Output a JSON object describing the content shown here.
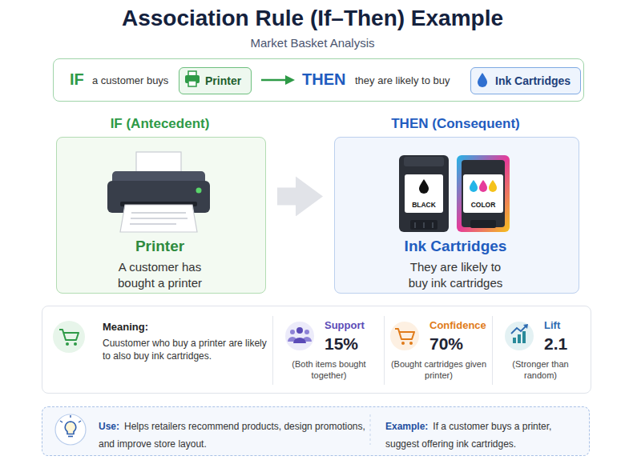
{
  "diagram": {
    "title": "Association Rule (If–Then) Example",
    "nodes": [
      {
        "text": [
          "IF",
          "a customer buys",
          "THEN",
          "they are likely to buy"
        ]
      },
      {
        "text": [
          "Printer"
        ],
        "in": 0
      },
      {
        "text": [
          "Ink Cartridges"
        ],
        "in": 0
      },
      {
        "text": [
          "IF (Antecedent)",
          "Printer",
          "A customer has bought a printer"
        ]
      },
      {
        "text": [
          "THEN (Consequent)",
          "Ink Cartridges",
          "They are likely to buy ink cartridges"
        ]
      },
      {
        "text": [
          "Meaning:",
          "Cuustomer who buy a printer are likely to also buy ink cartridges."
        ]
      },
      {
        "text": [
          "Support",
          "15%",
          "(Both items bought together)"
        ],
        "in": 5
      },
      {
        "text": [
          "Confidence",
          "70%",
          "(Bought cartridges given printer)"
        ],
        "in": 5
      },
      {
        "text": [
          "Lift",
          "2.1",
          "(Stronger than random)"
        ],
        "in": 5
      },
      {
        "text": [
          "Use:",
          "Helps retailers recommend products, design promotions, and improve store layout.",
          "Example:",
          "If a customer buys a printer, suggest offering ink cartridges."
        ]
      }
    ],
    "edges": [
      {
        "from": 3,
        "to": 4,
        "arrow": "to"
      }
    ],
    "labels": [
      "Market Basket Analysis",
      "BLACK",
      "COLOR"
    ]
  }
}
